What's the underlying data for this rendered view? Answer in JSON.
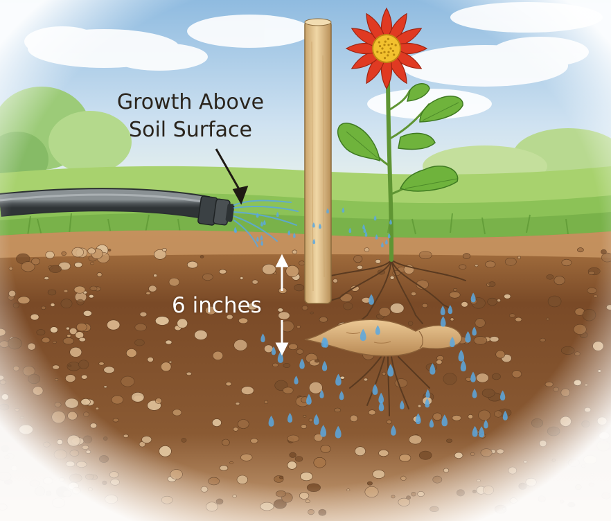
{
  "labels": {
    "growth_line1": "Growth Above",
    "growth_line2": "Soil Surface",
    "depth": "6 inches"
  },
  "colors": {
    "sky": "#a9cbe6",
    "grass": "#8fc45a",
    "soil_top": "#b8854f",
    "soil_dark": "#6b4326",
    "petal": "#e03a22",
    "flower_center": "#f2c12e",
    "stem": "#6fa33c",
    "stake": "#e3c28a",
    "tuber": "#d9b07a",
    "hose": "#5a6063",
    "water": "#5aa8e0"
  },
  "icons": [
    "flower-icon",
    "stake-icon",
    "tuber-icon",
    "hose-icon",
    "water-drop-icon",
    "arrow-icon"
  ]
}
